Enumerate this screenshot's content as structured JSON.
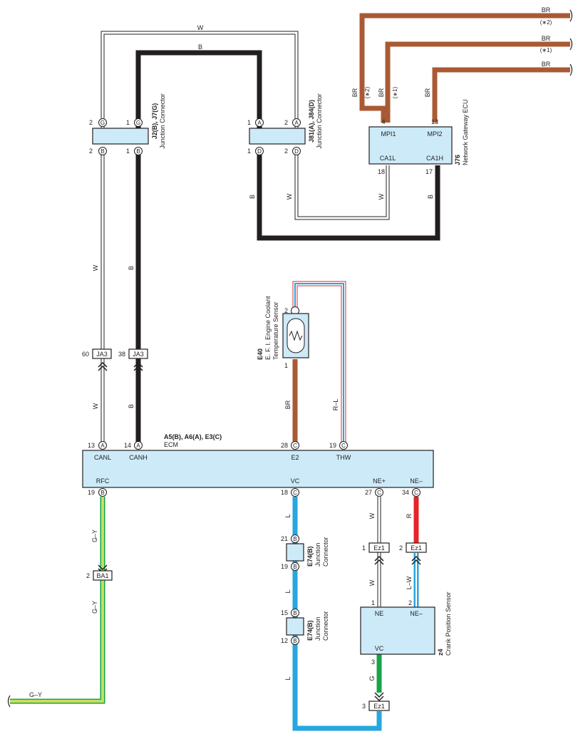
{
  "colors": {
    "white_wire": "#d4d4d4",
    "black_wire": "#231f20",
    "brown_wire": "#a95a34",
    "blue_wire": "#27a6df",
    "red_wire": "#e6242a",
    "green_wire": "#17a44a",
    "green_yellow_wire": "#c8de5e",
    "component_fill": "#cdeaf8"
  },
  "wires": {
    "w": "W",
    "b": "B",
    "br": "BR",
    "l": "L",
    "g": "G",
    "r": "R",
    "gy": "G–Y",
    "rl": "R–L",
    "lw": "L–W"
  },
  "notes": {
    "n1": "(∗1)",
    "n2": "(∗2)"
  },
  "junction_j2j7": {
    "code": "J2(B), J7(G)",
    "name": "Junction Connector"
  },
  "junction_j81j84": {
    "code": "J81(A), J84(D)",
    "name": "Junction Connector"
  },
  "gateway": {
    "code": "J76",
    "name": "Network Gateway ECU",
    "mpi1": "MPI1",
    "mpi2": "MPI2",
    "ca1l": "CA1L",
    "ca1h": "CA1H"
  },
  "sensor_e40": {
    "code": "E40",
    "name1": "E. F. I. Engine Coolant",
    "name2": "Temperature Sensor"
  },
  "ecm": {
    "code": "A5(B), A6(A), E3(C)",
    "name": "ECM",
    "canl": "CANL",
    "canh": "CANH",
    "e2": "E2",
    "thw": "THW",
    "rfc": "RFC",
    "vc": "VC",
    "ne_plus": "NE+",
    "ne_minus": "NE–"
  },
  "junction_e74": {
    "code": "E74(B)",
    "name1": "Junction",
    "name2": "Connector"
  },
  "crank_sensor": {
    "code": "z4",
    "name": "Crank Position Sensor",
    "ne": "NE",
    "ne_minus": "NE–",
    "vc": "VC"
  },
  "connectors": {
    "ja3": "JA3",
    "ba1": "BA1",
    "ez1": "Ez1"
  },
  "letters": {
    "a": "A",
    "b": "B",
    "c": "C",
    "d": "D",
    "g": "G"
  },
  "pins": {
    "p1": "1",
    "p2": "2",
    "p3": "3",
    "p4": "4",
    "p12": "12",
    "p13": "13",
    "p14": "14",
    "p15": "15",
    "p17": "17",
    "p18": "18",
    "p19": "19",
    "p21": "21",
    "p27": "27",
    "p28": "28",
    "p34": "34",
    "p38": "38",
    "p60": "60"
  }
}
